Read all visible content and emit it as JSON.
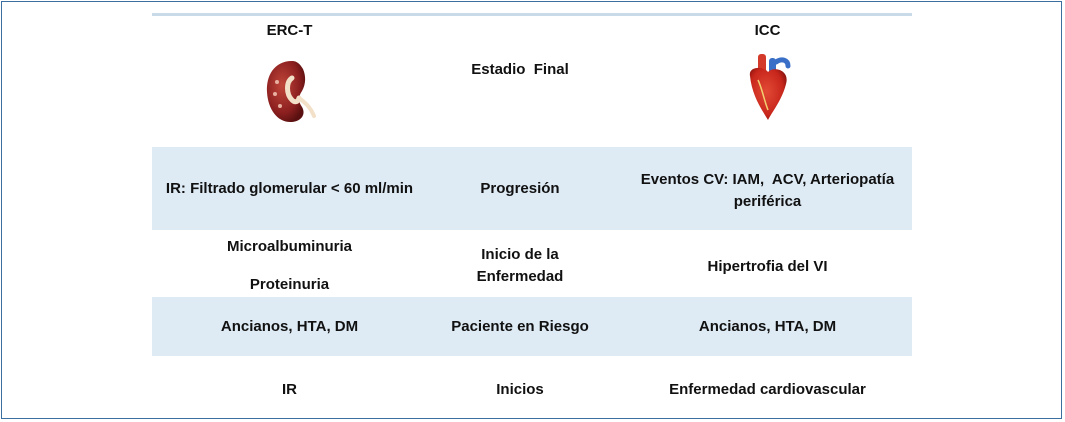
{
  "header": {
    "left_title": "ERC-T",
    "mid_title": "Estadio  Final",
    "right_title": "ICC"
  },
  "icons": {
    "left": "kidney-icon",
    "right": "heart-icon"
  },
  "rows": [
    {
      "left": "IR: Filtrado glomerular < 60 ml/min",
      "mid": "Progresión",
      "right_line1": "Eventos CV: IAM,  ACV, Arteriopatía",
      "right_line2": "periférica"
    },
    {
      "left_line1": "Microalbuminuria",
      "left_line2": "Proteinuria",
      "mid_line1": "Inicio de la",
      "mid_line2": "Enfermedad",
      "right": "Hipertrofia del VI"
    },
    {
      "left": "Ancianos, HTA, DM",
      "mid": "Paciente en Riesgo",
      "right": "Ancianos, HTA, DM"
    },
    {
      "left": "IR",
      "mid": "Inicios",
      "right": "Enfermedad cardiovascular"
    }
  ],
  "colors": {
    "band": "#deebf5",
    "frame": "#3a6fa0",
    "kidney": "#8b1f1f",
    "heart": "#c8261b"
  }
}
